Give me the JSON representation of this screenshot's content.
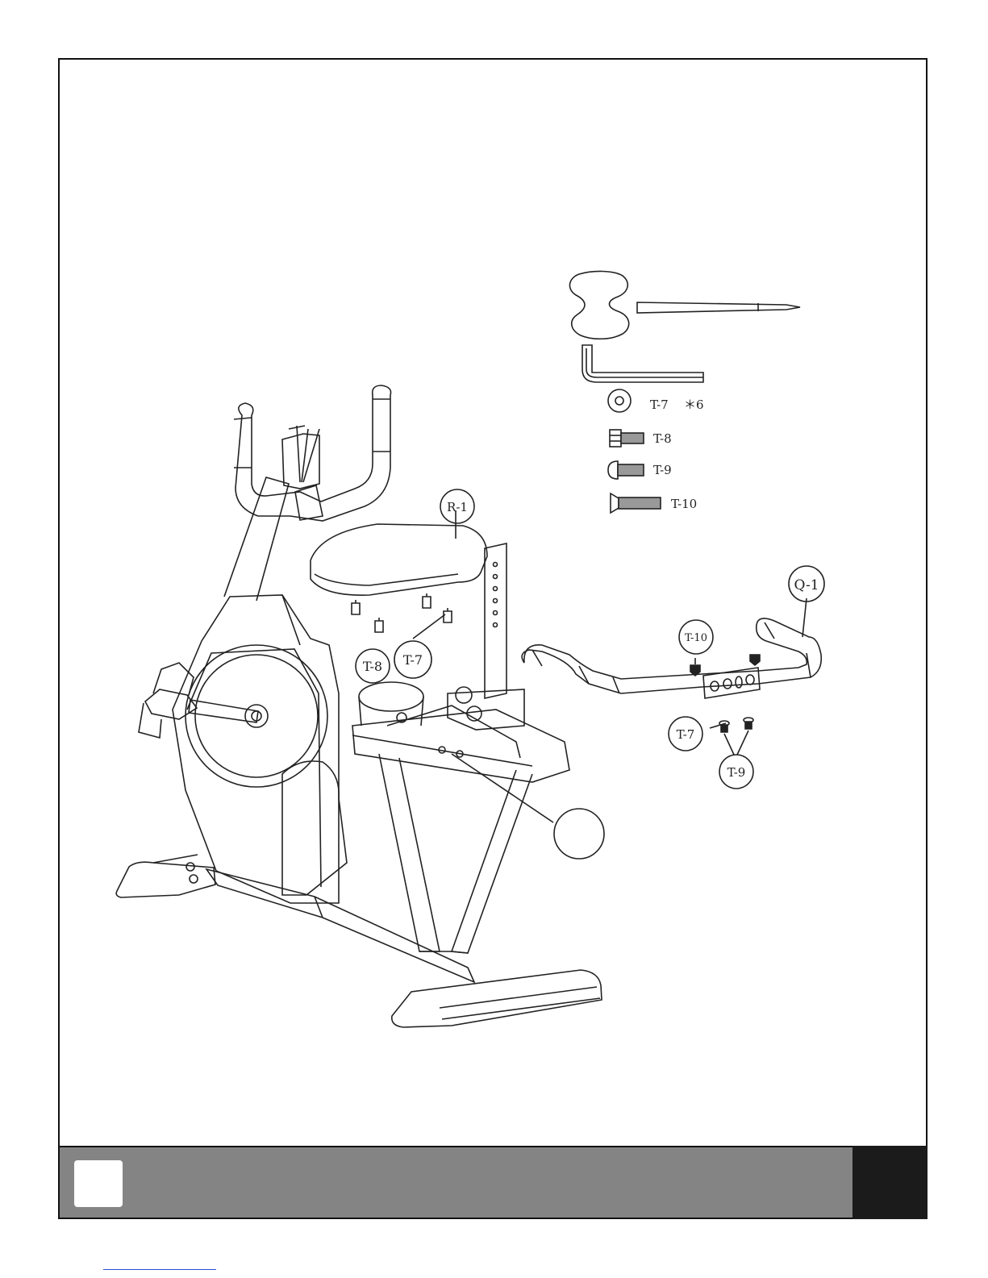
{
  "colors": {
    "footer_bar": "#848484",
    "page_tab": "#1b1b1b",
    "line_art": "#222222"
  },
  "hardware": [
    {
      "code": "T-7",
      "qty": "＊6"
    },
    {
      "code": "T-8",
      "qty": ""
    },
    {
      "code": "T-9",
      "qty": ""
    },
    {
      "code": "T-10",
      "qty": ""
    }
  ],
  "callouts": {
    "seat": "R-1",
    "handlebar": "Q-1",
    "t7_seat": "T-7",
    "t8_seat": "T-8",
    "t10_bar": "T-10",
    "t7_bar": "T-7",
    "t9_bar": "T-9",
    "blank": ""
  },
  "tools": [
    "screwdriver-wrench-icon",
    "allen-key-icon"
  ]
}
